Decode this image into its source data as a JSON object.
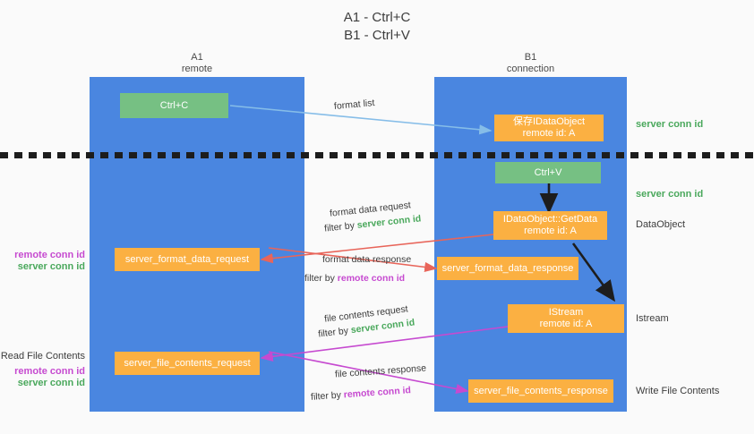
{
  "title": {
    "line1": "A1 - Ctrl+C",
    "line2": "B1 - Ctrl+V"
  },
  "columns": [
    {
      "name": "A1",
      "sub": "remote"
    },
    {
      "name": "B1",
      "sub": "connection"
    }
  ],
  "boxes": {
    "ctrl_c": "Ctrl+C",
    "save_idataobject_l1": "保存IDataObject",
    "save_idataobject_l2": "remote id: A",
    "ctrl_v": "Ctrl+V",
    "getdata_l1": "IDataObject::GetData",
    "getdata_l2": "remote id: A",
    "istream_l1": "IStream",
    "istream_l2": "remote id: A",
    "server_format_data_request": "server_format_data_request",
    "server_format_data_response": "server_format_data_response",
    "server_file_contents_request": "server_file_contents_request",
    "server_file_contents_response": "server_file_contents_response"
  },
  "right_labels": {
    "server_conn_id_top": "server conn id",
    "server_conn_id_mid": "server conn id",
    "dataobject": "DataObject",
    "istream": "Istream",
    "write_file_contents": "Write File Contents"
  },
  "left_labels": {
    "remote_conn_id_1": "remote conn id",
    "server_conn_id_1": "server conn id",
    "read_file_contents": "Read File Contents",
    "remote_conn_id_2": "remote conn id",
    "server_conn_id_2": "server conn id"
  },
  "edge_labels": {
    "format_list": "format list",
    "format_data_request": "format data request",
    "format_data_request_filter_prefix": "filter by ",
    "format_data_request_filter_key": "server conn id",
    "format_data_response": "format data response",
    "format_data_response_filter_prefix": "filter by ",
    "format_data_response_filter_key": "remote conn id",
    "file_contents_request": "file contents request",
    "file_contents_request_filter_prefix": "filter by ",
    "file_contents_request_filter_key": "server conn id",
    "file_contents_response": "file contents response",
    "file_contents_response_filter_prefix": "filter by ",
    "file_contents_response_filter_key": "remote conn id"
  },
  "colors": {
    "lane": "#4a86e0",
    "green_box": "#76c083",
    "orange_box": "#fbb042",
    "green_text": "#4aa85c",
    "magenta_text": "#c64ad0",
    "arrow_lightblue": "#86bde8",
    "arrow_red": "#e8655a",
    "arrow_magenta": "#c64ad0",
    "arrow_black": "#1d1d1d",
    "divider": "#1d1d1d",
    "background": "#fafafa"
  }
}
